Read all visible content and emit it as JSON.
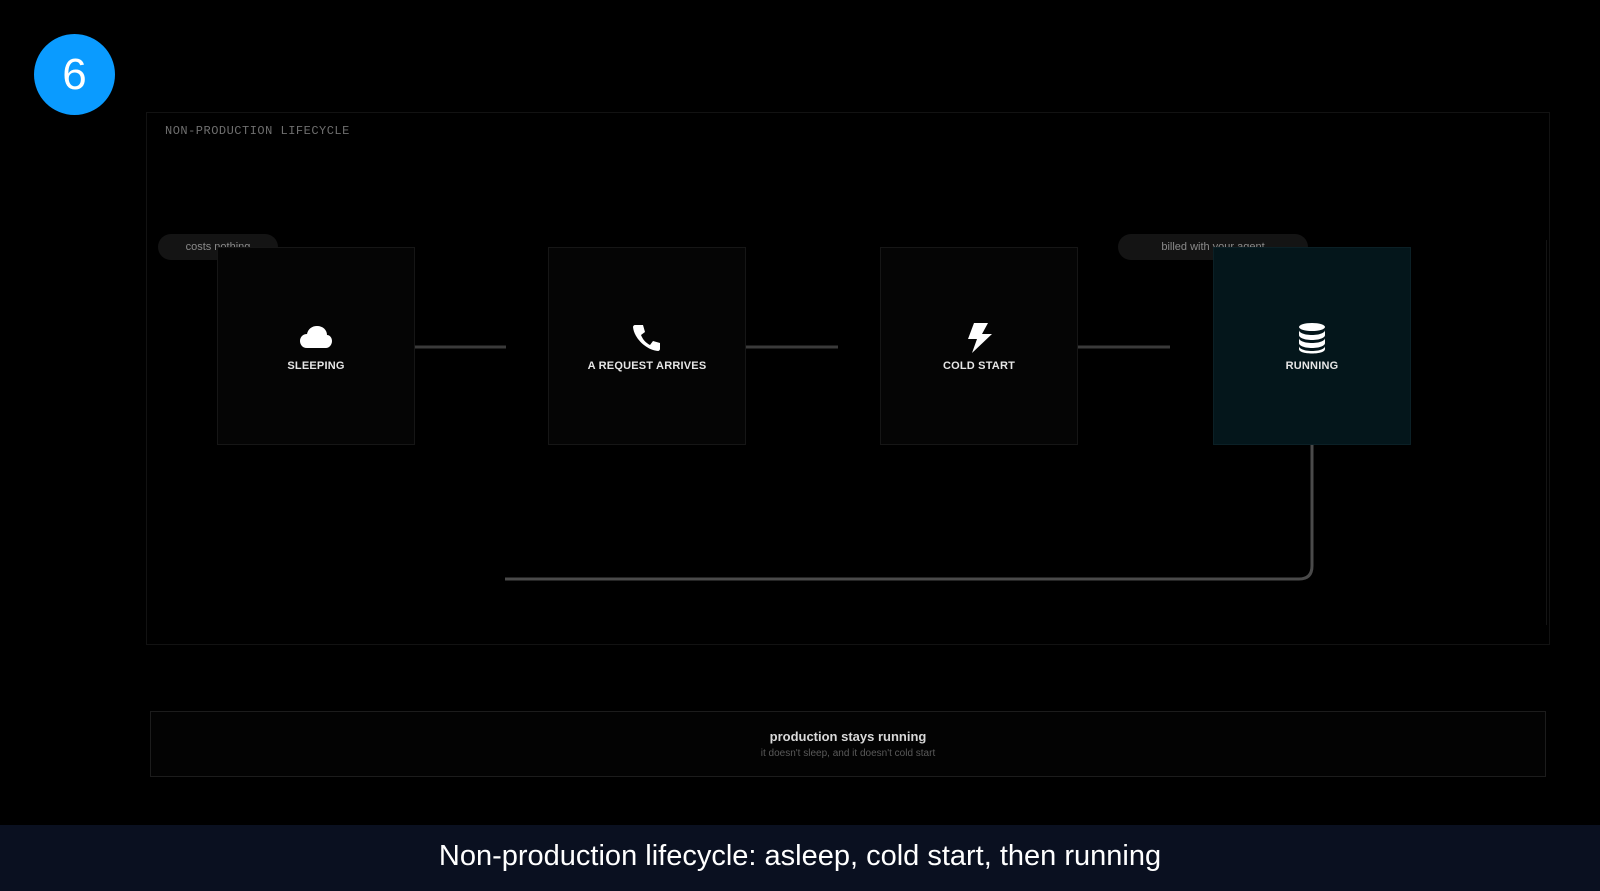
{
  "step_badge": "6",
  "frame_title": "NON-PRODUCTION LIFECYCLE",
  "stages": [
    {
      "label": "SLEEPING",
      "icon": "cloud-icon"
    },
    {
      "label": "A REQUEST ARRIVES",
      "icon": "phone-icon"
    },
    {
      "label": "COLD START",
      "icon": "lightning-icon"
    },
    {
      "label": "RUNNING",
      "icon": "database-icon"
    }
  ],
  "tags": {
    "sleeping": "costs nothing",
    "running": "billed with your agent"
  },
  "production": {
    "title": "production stays running",
    "subtitle": "it doesn't sleep, and it doesn't cold start"
  },
  "caption": "Non-production lifecycle: asleep, cold start, then running",
  "colors": {
    "background": "#000000",
    "badge": "#0a9bff",
    "running_box": "#04161b",
    "caption_bar": "#0a1020"
  }
}
